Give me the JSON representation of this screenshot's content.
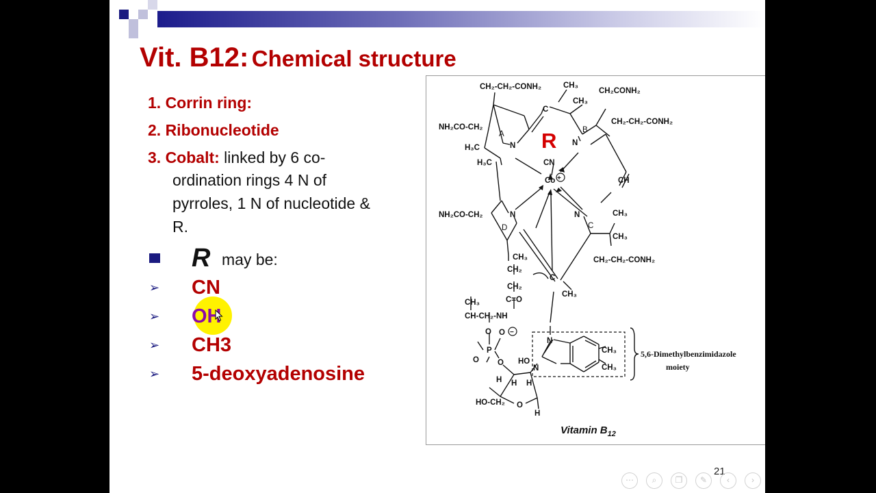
{
  "slide": {
    "title_main": "Vit. B12:",
    "title_sub": "Chemical structure",
    "items": [
      {
        "label": "1. Corrin ring:",
        "text": ""
      },
      {
        "label": "2. Ribonucleotide",
        "text": ""
      },
      {
        "label": "3. Cobalt:",
        "text": "linked by 6 co-"
      }
    ],
    "continuation": [
      "ordination rings 4 N of",
      "pyrroles, 1 N of nucleotide &",
      "R."
    ],
    "r_letter": "R",
    "r_text": "may be:",
    "r_options": [
      "CN",
      "OH",
      "CH3",
      "5-deoxyadenosine"
    ],
    "page_number": "21"
  },
  "figure": {
    "big_r": "R",
    "caption_name": "Vitamin B",
    "caption_sub": "12",
    "moiety_line1": "5,6-Dimethylbenzimidazole",
    "moiety_line2": "moiety",
    "labels": {
      "top_left_chain": "CH₂-CH₂-CONH₂",
      "top_ch3": "CH₃",
      "top_right_chain": "CH₂CONH₂",
      "ring_b_ch3": "CH₃",
      "right_chain": "CH₂-CH₂-CONH₂",
      "ring_a_left": "NH₂CO-CH₂",
      "h3c_1": "H₃C",
      "h3c_2": "H₃C",
      "ring_a": "A",
      "ring_b": "B",
      "ring_c": "C",
      "ring_d": "D",
      "n_a": "N",
      "n_b": "N",
      "n_c": "N",
      "n_d": "N",
      "cn": "CN",
      "co": "Co",
      "co_charge": "+",
      "c_top": "C",
      "ch_right": "CH",
      "ring_d_left": "NH₂CO-CH₂",
      "ring_c_ch3_1": "CH₃",
      "ring_c_ch3_2": "CH₃",
      "ring_c_chain": "CH₂-CH₂-CONH₂",
      "d_ch3": "CH₃",
      "d_ch2_1": "CH₂",
      "d_ch2_2": "CH₂",
      "c_eq_o": "C=O",
      "c_bottom": "C",
      "c_bottom_ch3": "CH₃",
      "side_ch3": "CH₃",
      "side_chain": "CH-CH₂-NH",
      "o1": "O",
      "o2": "O",
      "o_minus": "−",
      "p": "P",
      "o3": "O",
      "ho_sugar": "HO",
      "h1": "H",
      "h2": "H",
      "h3": "H",
      "ho_ch2": "HO-CH₂",
      "o_ring": "O",
      "h_bottom": "H",
      "bz_n1": "N",
      "bz_n2": "N",
      "bz_ch3_1": "CH₃",
      "bz_ch3_2": "CH₃"
    }
  },
  "nav_icons": [
    "more-icon",
    "zoom-icon",
    "copy-icon",
    "pen-icon",
    "prev-icon",
    "next-icon"
  ]
}
